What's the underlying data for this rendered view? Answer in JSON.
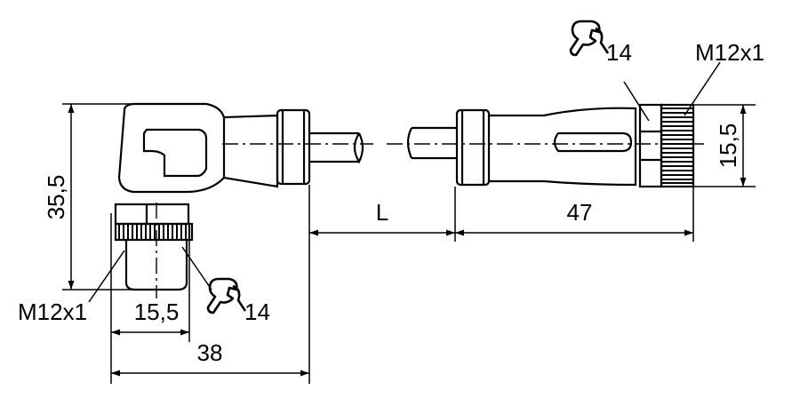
{
  "dimensions": {
    "height_angled": "35,5",
    "thread_left": "M12x1",
    "width_across_left": "15,5",
    "wrench_left": "14",
    "length_angled": "38",
    "cable_length": "L",
    "length_straight": "47",
    "wrench_right": "14",
    "thread_right": "M12x1",
    "width_across_right": "15,5"
  },
  "icons": [
    "wrench-icon",
    "wrench-icon"
  ],
  "colors": {
    "line": "#000000",
    "background": "#ffffff"
  }
}
